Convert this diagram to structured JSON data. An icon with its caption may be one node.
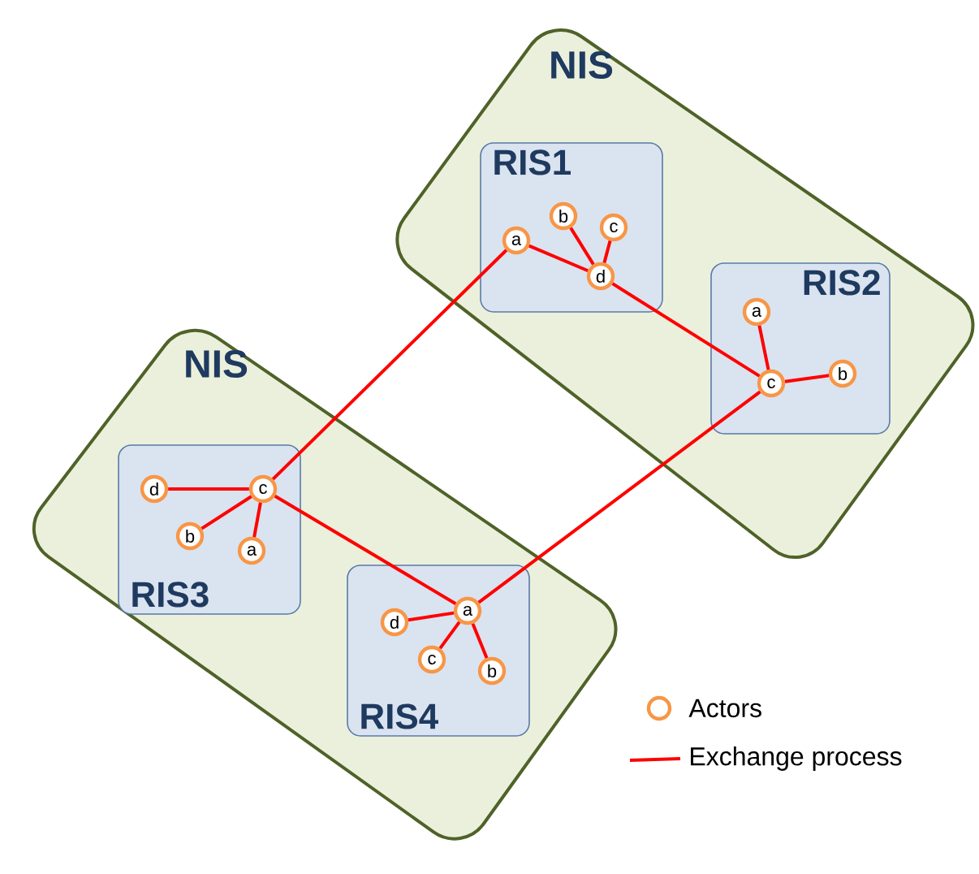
{
  "diagram": {
    "nodes": [
      {
        "text": [
          "NIS"
        ]
      },
      {
        "text": [
          "NIS"
        ]
      },
      {
        "text": [
          "RIS1"
        ],
        "in": 0
      },
      {
        "text": [
          "RIS2"
        ],
        "in": 0
      },
      {
        "text": [
          "RIS3"
        ],
        "in": 1
      },
      {
        "text": [
          "RIS4"
        ],
        "in": 1
      },
      {
        "text": [
          "a"
        ],
        "in": 2
      },
      {
        "text": [
          "b"
        ],
        "in": 2
      },
      {
        "text": [
          "c"
        ],
        "in": 2
      },
      {
        "text": [
          "d"
        ],
        "in": 2
      },
      {
        "text": [
          "a"
        ],
        "in": 3
      },
      {
        "text": [
          "c"
        ],
        "in": 3
      },
      {
        "text": [
          "b"
        ],
        "in": 3
      },
      {
        "text": [
          "d"
        ],
        "in": 4
      },
      {
        "text": [
          "c"
        ],
        "in": 4
      },
      {
        "text": [
          "b"
        ],
        "in": 4
      },
      {
        "text": [
          "a"
        ],
        "in": 4
      },
      {
        "text": [
          "a"
        ],
        "in": 5
      },
      {
        "text": [
          "d"
        ],
        "in": 5
      },
      {
        "text": [
          "c"
        ],
        "in": 5
      },
      {
        "text": [
          "b"
        ],
        "in": 5
      }
    ],
    "edges": [
      {
        "from": 6,
        "to": 9,
        "arrow": "none"
      },
      {
        "from": 7,
        "to": 9,
        "arrow": "none"
      },
      {
        "from": 8,
        "to": 9,
        "arrow": "none"
      },
      {
        "from": 9,
        "to": 11,
        "arrow": "none"
      },
      {
        "from": 10,
        "to": 11,
        "arrow": "none"
      },
      {
        "from": 11,
        "to": 12,
        "arrow": "none"
      },
      {
        "from": 6,
        "to": 14,
        "arrow": "none"
      },
      {
        "from": 13,
        "to": 14,
        "arrow": "none"
      },
      {
        "from": 15,
        "to": 14,
        "arrow": "none"
      },
      {
        "from": 16,
        "to": 14,
        "arrow": "none"
      },
      {
        "from": 14,
        "to": 17,
        "arrow": "none"
      },
      {
        "from": 18,
        "to": 17,
        "arrow": "none"
      },
      {
        "from": 19,
        "to": 17,
        "arrow": "none"
      },
      {
        "from": 20,
        "to": 17,
        "arrow": "none"
      },
      {
        "from": 17,
        "to": 11,
        "arrow": "none"
      }
    ],
    "legend": [
      {
        "text": "Actors"
      },
      {
        "text": "Exchange process"
      }
    ]
  }
}
